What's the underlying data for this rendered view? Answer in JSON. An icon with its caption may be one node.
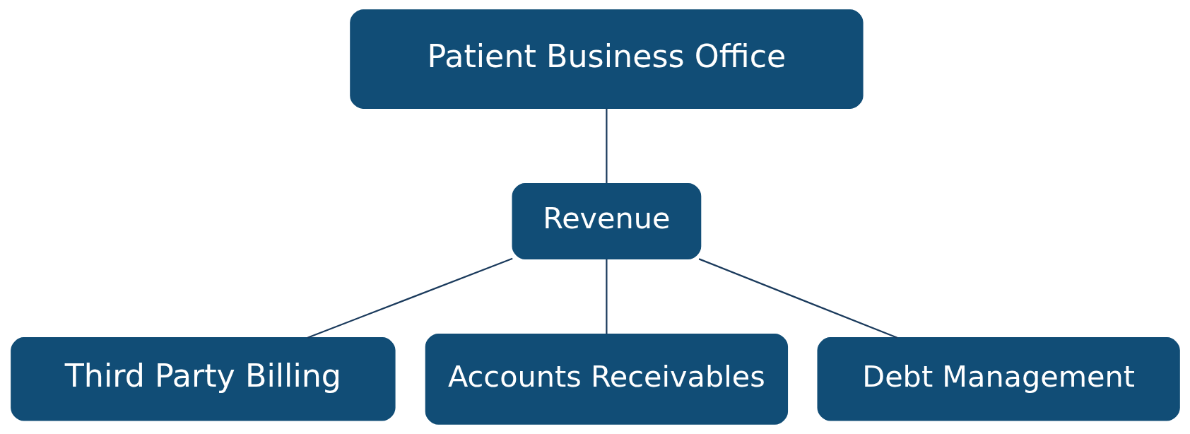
{
  "diagram": {
    "nodes": [
      {
        "text": [
          "Patient Business Office"
        ]
      },
      {
        "text": [
          "Revenue"
        ]
      },
      {
        "text": [
          "Third Party Billing"
        ]
      },
      {
        "text": [
          "Accounts Receivables"
        ]
      },
      {
        "text": [
          "Debt Management"
        ]
      }
    ],
    "edges": [
      {
        "from": 0,
        "to": 1,
        "arrow": "none"
      },
      {
        "from": 1,
        "to": 2,
        "arrow": "none"
      },
      {
        "from": 1,
        "to": 3,
        "arrow": "none"
      },
      {
        "from": 1,
        "to": 4,
        "arrow": "none"
      }
    ]
  }
}
